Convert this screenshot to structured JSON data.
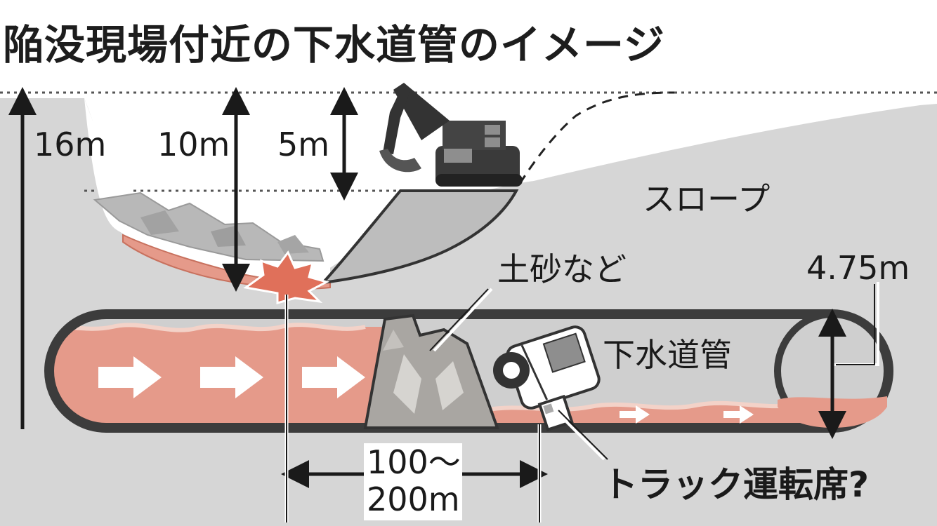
{
  "title": "陥没現場付近の下水道管のイメージ",
  "labels": {
    "depth_16": "16m",
    "depth_10": "10m",
    "depth_5": "5m",
    "slope": "スロープ",
    "debris": "土砂など",
    "diameter": "4.75m",
    "pipe": "下水道管",
    "distance_line1": "100〜",
    "distance_line2": "200m",
    "truck_cab": "トラック運転席?"
  },
  "colors": {
    "ground": "#d6d6d6",
    "ground_dark": "#b6b6b6",
    "sewage": "#e59a8a",
    "sewage_line": "#f3d2c8",
    "pipe_outline": "#3c3c3c",
    "pipe_interior": "#cfcfcf",
    "debris": "#a9a6a2",
    "burst": "#e0705a",
    "ink": "#1a1a1a"
  },
  "icons": [
    "excavator-icon",
    "truck-cab-icon",
    "flow-arrow-icon",
    "burst-icon"
  ]
}
